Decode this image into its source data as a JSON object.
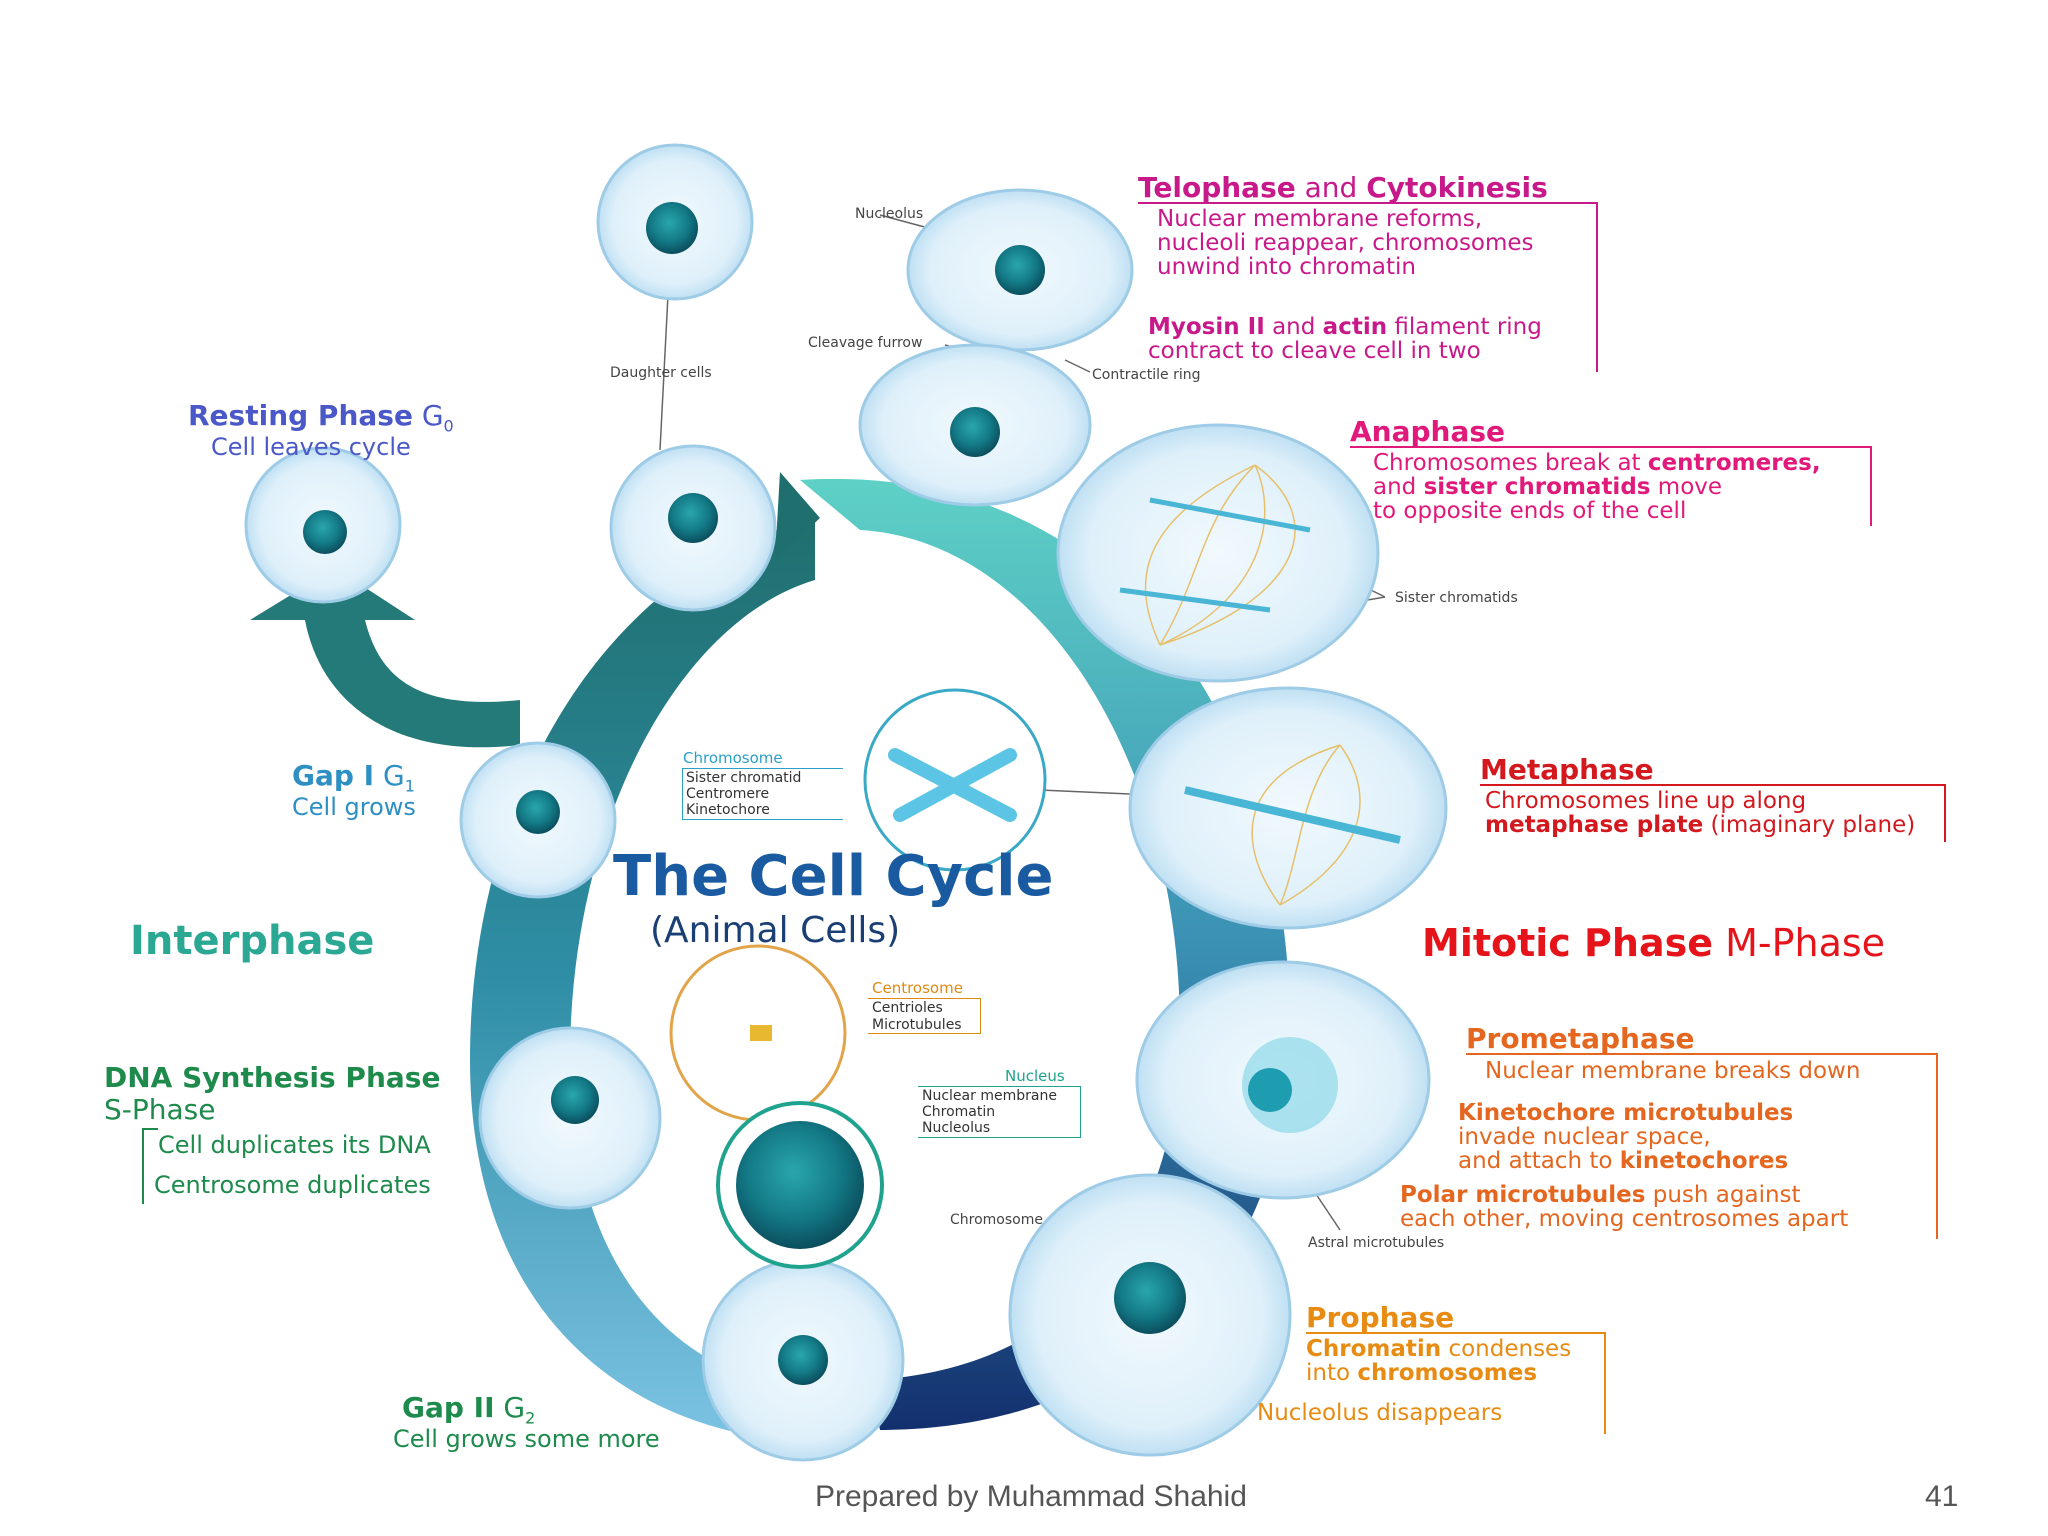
{
  "title": {
    "main": "The Cell Cycle",
    "sub": "(Animal Cells)"
  },
  "colors": {
    "interphase": "#2aa893",
    "mitotic": "#e5141b",
    "resting": "#4a58c8",
    "gap": "#2e8fc3",
    "dna": "#1e8a4c",
    "telophase": "#c8198a",
    "anaphase": "#e0197a",
    "metaphase": "#d3181e",
    "prometaphase": "#e4661f",
    "prophase": "#e88b13",
    "title": "#1a5aa0"
  },
  "phases": {
    "interphase": {
      "label": "Interphase"
    },
    "mitotic": {
      "label_bold": "Mitotic Phase",
      "label_rest": "M-Phase"
    },
    "resting": {
      "name": "Resting Phase",
      "sym": "G",
      "sub": "0",
      "desc": "Cell leaves cycle"
    },
    "gap1": {
      "name": "Gap I",
      "sym": "G",
      "sub": "1",
      "desc": "Cell grows"
    },
    "dna": {
      "name": "DNA Synthesis Phase",
      "sub_name": "S-Phase",
      "line1": "Cell duplicates its DNA",
      "line2": "Centrosome duplicates"
    },
    "gap2": {
      "name": "Gap II",
      "sym": "G",
      "sub": "2",
      "desc": "Cell grows some more"
    },
    "telophase": {
      "name_a": "Telophase",
      "name_and": "and",
      "name_b": "Cytokinesis",
      "line1": "Nuclear membrane reforms,",
      "line2": "nucleoli reappear, chromosomes",
      "line3": "unwind into chromatin",
      "line4_a": "Myosin II",
      "line4_b": "and",
      "line4_c": "actin",
      "line4_d": "filament ring",
      "line5": "contract to cleave cell in two"
    },
    "anaphase": {
      "name": "Anaphase",
      "line1_a": "Chromosomes break at",
      "line1_b": "centromeres,",
      "line2_a": "and",
      "line2_b": "sister chromatids",
      "line2_c": "move",
      "line3": "to opposite ends of the cell"
    },
    "metaphase": {
      "name": "Metaphase",
      "line1": "Chromosomes line up along",
      "line2_a": "metaphase plate",
      "line2_b": "(imaginary plane)"
    },
    "prometaphase": {
      "name": "Prometaphase",
      "line1": "Nuclear membrane breaks down",
      "line2": "Kinetochore microtubules",
      "line3": "invade nuclear space,",
      "line4_a": "and attach to",
      "line4_b": "kinetochores",
      "line5_a": "Polar microtubules",
      "line5_b": "push against",
      "line6": "each other, moving centrosomes apart"
    },
    "prophase": {
      "name": "Prophase",
      "line1_a": "Chromatin",
      "line1_b": "condenses",
      "line2_a": "into",
      "line2_b": "chromosomes",
      "line3": "Nucleolus disappears"
    }
  },
  "labels": {
    "nucleolus": "Nucleolus",
    "cleavage": "Cleavage furrow",
    "daughter": "Daughter cells",
    "contractile": "Contractile ring",
    "sister": "Sister chromatids",
    "astral": "Astral microtubules",
    "chromosome_small": "Chromosome"
  },
  "insets": {
    "chromosome": {
      "head": "Chromosome",
      "items": [
        "Sister chromatid",
        "Centromere",
        "Kinetochore"
      ]
    },
    "centrosome": {
      "head": "Centrosome",
      "items": [
        "Centrioles",
        "Microtubules"
      ]
    },
    "nucleus": {
      "head": "Nucleus",
      "items": [
        "Nuclear membrane",
        "Chromatin",
        "Nucleolus"
      ]
    }
  },
  "footer": {
    "credit": "Prepared by Muhammad Shahid",
    "page": "41"
  }
}
